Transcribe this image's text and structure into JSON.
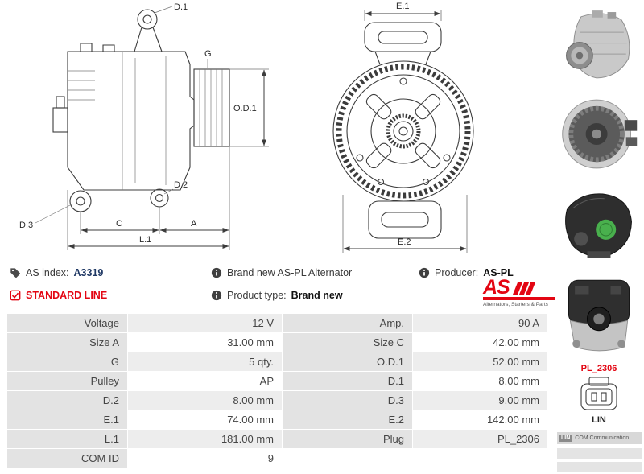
{
  "header": {
    "as_index_label": "AS index:",
    "as_index_value": "A3319",
    "description": "Brand new AS-PL Alternator",
    "producer_label": "Producer:",
    "producer_value": "AS-PL",
    "standard_line": "STANDARD LINE",
    "product_type_label": "Product type:",
    "product_type_value": "Brand new"
  },
  "branding": {
    "logo_text": "AS",
    "logo_tagline": "Alternators, Starters & Parts"
  },
  "diagram": {
    "labels": {
      "d1": "D.1",
      "g": "G",
      "od1": "O.D.1",
      "d2": "D.2",
      "d3": "D.3",
      "c": "C",
      "a": "A",
      "l1": "L.1",
      "e1": "E.1",
      "e2": "E.2"
    }
  },
  "connector": {
    "name": "PL_2306",
    "pin_label": "LIN",
    "com_badge": "LIN",
    "com_text": "COM Communication"
  },
  "spec_table": {
    "rows": [
      {
        "l1": "Voltage",
        "v1": "12 V",
        "l2": "Amp.",
        "v2": "90 A"
      },
      {
        "l1": "Size A",
        "v1": "31.00 mm",
        "l2": "Size C",
        "v2": "42.00 mm"
      },
      {
        "l1": "G",
        "v1": "5 qty.",
        "l2": "O.D.1",
        "v2": "52.00 mm"
      },
      {
        "l1": "Pulley",
        "v1": "AP",
        "l2": "D.1",
        "v2": "8.00 mm"
      },
      {
        "l1": "D.2",
        "v1": "8.00 mm",
        "l2": "D.3",
        "v2": "9.00 mm"
      },
      {
        "l1": "E.1",
        "v1": "74.00 mm",
        "l2": "E.2",
        "v2": "142.00 mm"
      },
      {
        "l1": "L.1",
        "v1": "181.00 mm",
        "l2": "Plug",
        "v2": "PL_2306"
      },
      {
        "l1": "COM ID",
        "v1": "9",
        "l2": "",
        "v2": ""
      }
    ]
  },
  "colors": {
    "accent_red": "#e30613",
    "index_navy": "#1f3864",
    "table_label_bg": "#e3e3e3",
    "table_alt_bg": "#ededed"
  }
}
